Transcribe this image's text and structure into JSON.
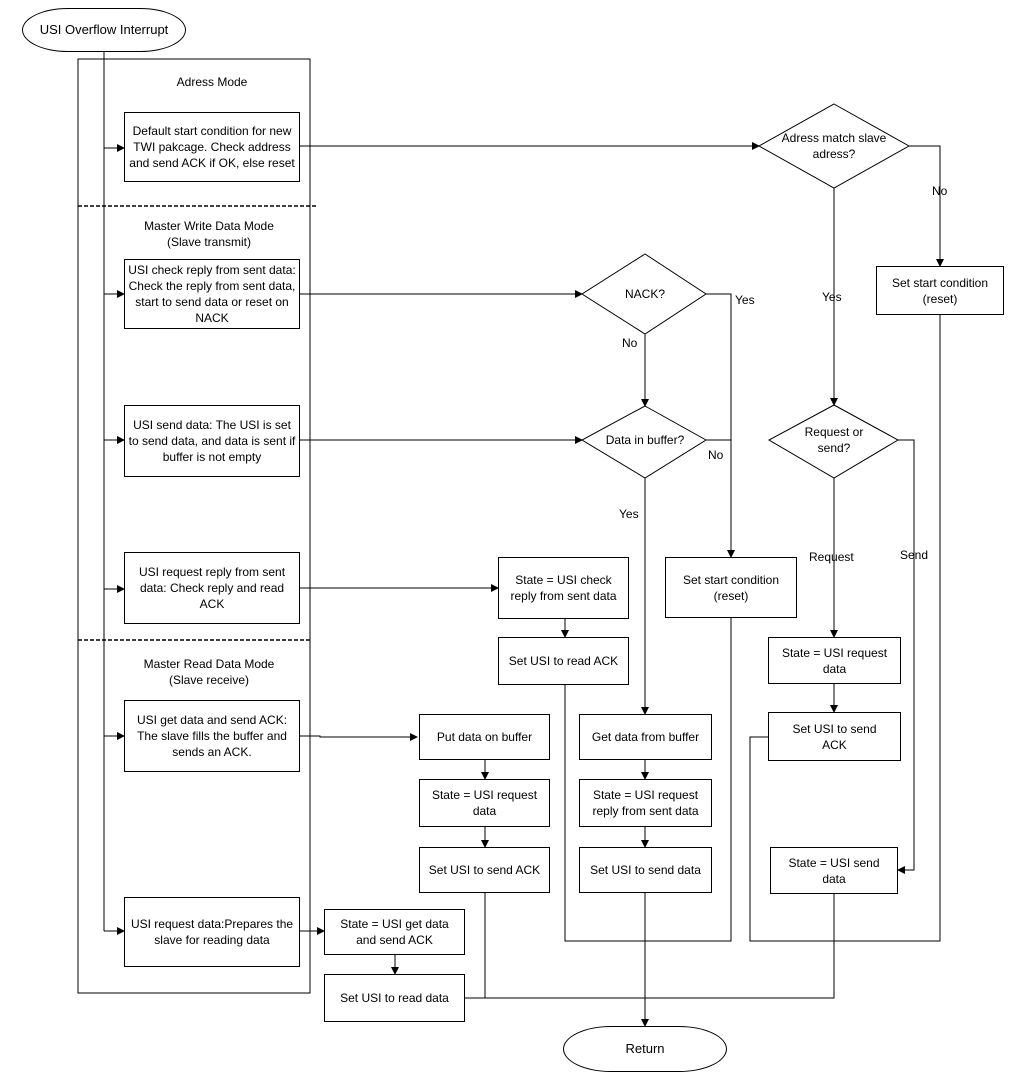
{
  "start": "USI Overflow Interrupt",
  "end": "Return",
  "sections": {
    "address": "Adress Mode",
    "master_write": "Master Write Data Mode\n(Slave transmit)",
    "master_read": "Master Read Data Mode\n(Slave receive)"
  },
  "states": {
    "check_address": "Default start condition for new TWI pakcage. Check address and send ACK if OK, else reset",
    "check_reply": "USI check reply from sent data: Check the reply from sent data, start to send data or reset on NACK",
    "send_data": "USI send data: The USI is set to send data, and data is sent if buffer is not empty",
    "request_reply": "USI request  reply from sent data: Check reply and read ACK",
    "get_data": "USI get data and send ACK: The slave fills the buffer and sends an ACK.",
    "request_data": "USI request data:Prepares the slave for reading data"
  },
  "decisions": {
    "address_match": "Adress match slave\nadress?",
    "nack": "NACK?",
    "data_in_buffer": "Data in buffer?",
    "request_or_send": "Request or\nsend?"
  },
  "actions": {
    "reset_1": "Set start condition\n(reset)",
    "reset_2": "Set start condition\n(reset)",
    "state_check_reply": "State = USI check\nreply from sent data",
    "set_read_ack_1": "Set USI to read ACK",
    "put_data": "Put data on buffer",
    "state_request_data_1": "State = USI request\ndata",
    "set_send_ack_1": "Set USI to send ACK",
    "state_get_data": "State = USI get data\nand send ACK",
    "set_read_data": "Set USI to read data",
    "get_data_buffer": "Get data from buffer",
    "state_request_reply": "State = USI request\nreply from sent data",
    "set_send_data": "Set USI to send data",
    "state_request_data_2": "State = USI request\ndata",
    "set_send_ack_2": "Set USI to send\nACK",
    "state_send_data": "State = USI send\ndata"
  },
  "labels": {
    "no_address": "No",
    "yes_address": "Yes",
    "yes_nack": "Yes",
    "no_nack": "No",
    "no_buffer": "No",
    "yes_buffer": "Yes",
    "request": "Request",
    "send": "Send"
  }
}
